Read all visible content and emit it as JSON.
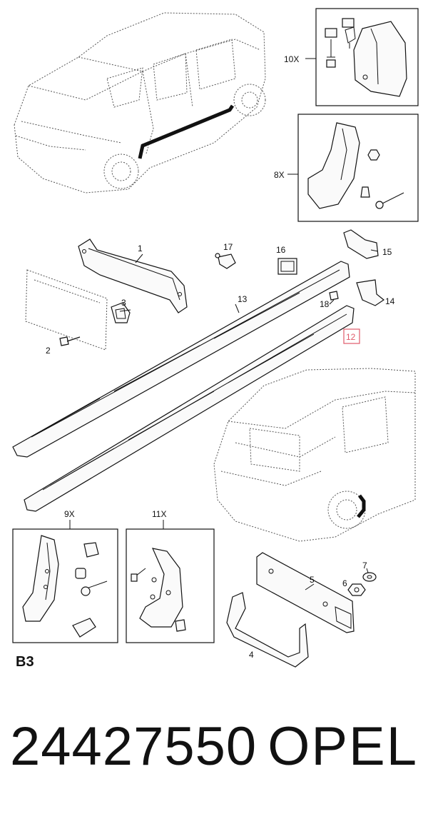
{
  "callouts": {
    "c1": "1",
    "c2": "2",
    "c3": "3",
    "c4": "4",
    "c5": "5",
    "c6": "6",
    "c7": "7",
    "c8": "8X",
    "c9": "9X",
    "c10": "10X",
    "c11": "11X",
    "c12": "12",
    "c13": "13",
    "c14": "14",
    "c15": "15",
    "c16": "16",
    "c17": "17",
    "c18": "18"
  },
  "section_code": "B3",
  "part_number": "24427550",
  "brand": "OPEL",
  "colors": {
    "highlight": "#e05a6a",
    "ink": "#111111"
  }
}
